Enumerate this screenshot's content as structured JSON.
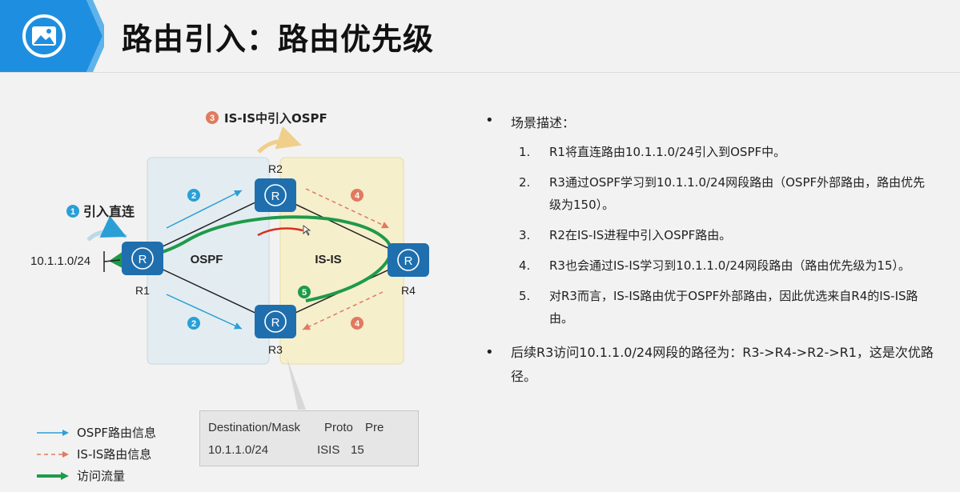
{
  "header": {
    "title": "路由引入：路由优先级",
    "icon": "image-icon",
    "badge_color": "#1e8fe0"
  },
  "diagram": {
    "step3_label": "IS-IS中引入OSPF",
    "step1_label": "引入直连",
    "network": "10.1.1.0/24",
    "area_ospf": "OSPF",
    "area_isis": "IS-IS",
    "routers": [
      "R1",
      "R2",
      "R3",
      "R4"
    ],
    "badges": {
      "one": "1",
      "two": "2",
      "three": "3",
      "four": "4",
      "five": "5"
    },
    "colors": {
      "ospf_area": "#e3edf1",
      "isis_area": "#f6efcb",
      "router": "#1f6fae",
      "ospf_arrow": "#2a9fd6",
      "isis_arrow": "#e07a5f",
      "traffic": "#1f9a4a",
      "badge_blue": "#2a9fd6",
      "badge_red": "#e07a5f",
      "badge_green": "#1f9a4a"
    }
  },
  "route_table": {
    "header": {
      "destination": "Destination/Mask",
      "proto": "Proto",
      "pre": "Pre"
    },
    "row": {
      "destination": "10.1.1.0/24",
      "proto": "ISIS",
      "pre": "15"
    }
  },
  "legend": {
    "ospf": "OSPF路由信息",
    "isis": "IS-IS路由信息",
    "traffic": "访问流量"
  },
  "description": {
    "heading": "场景描述：",
    "steps": [
      {
        "num": "1.",
        "text": "R1将直连路由10.1.1.0/24引入到OSPF中。"
      },
      {
        "num": "2.",
        "text": "R3通过OSPF学习到10.1.1.0/24网段路由（OSPF外部路由，路由优先级为150）。"
      },
      {
        "num": "3.",
        "text": "R2在IS-IS进程中引入OSPF路由。"
      },
      {
        "num": "4.",
        "text": "R3也会通过IS-IS学习到10.1.1.0/24网段路由（路由优先级为15）。"
      },
      {
        "num": "5.",
        "text": "对R3而言，IS-IS路由优于OSPF外部路由，因此优选来自R4的IS-IS路由。"
      }
    ],
    "conclusion": "后续R3访问10.1.1.0/24网段的路径为：R3->R4->R2->R1，这是次优路径。",
    "bullet": "•"
  }
}
